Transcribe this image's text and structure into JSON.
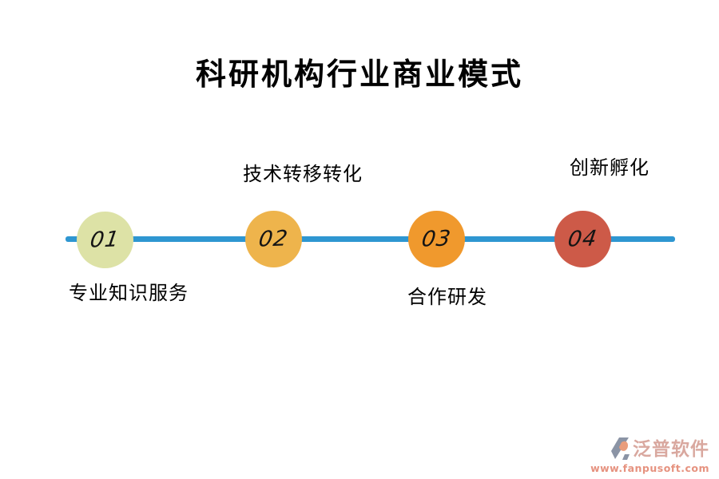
{
  "title": "科研机构行业商业模式",
  "timeline": {
    "line_color": "#2e96d1",
    "number_color": "#141414",
    "steps": [
      {
        "number": "01",
        "label": "专业知识服务",
        "label_position": "below",
        "color": "#dde2a6"
      },
      {
        "number": "02",
        "label": "技术转移转化",
        "label_position": "above",
        "color": "#eeb44c"
      },
      {
        "number": "03",
        "label": "合作研发",
        "label_position": "below",
        "color": "#f0992d"
      },
      {
        "number": "04",
        "label": "创新孵化",
        "label_position": "above",
        "color": "#cd5a48"
      }
    ]
  },
  "watermark": {
    "brand": "泛普软件",
    "url": "www.fanpusoft.com",
    "brand_color": "#d9a89f",
    "url_color": "#e6927f",
    "icon_gray": "#8b94a5",
    "icon_salmon": "#e99d7c"
  }
}
